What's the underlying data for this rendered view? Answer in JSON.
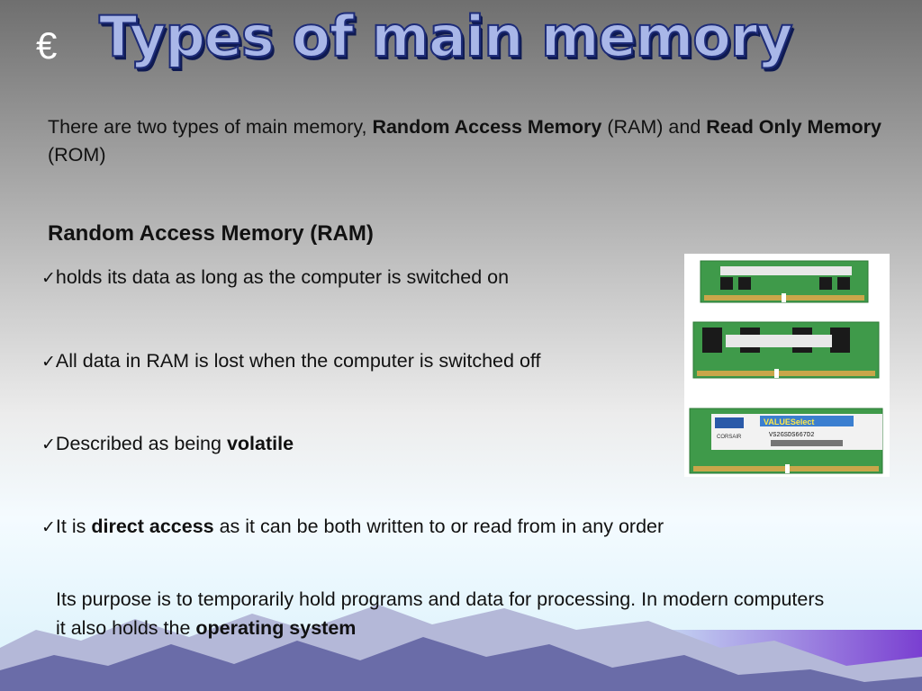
{
  "slide": {
    "bullet_symbol": "€",
    "title": "Types of main memory",
    "intro": {
      "prefix": "There are two types of main memory, ",
      "ram_term": "Random Access Memory",
      "middle": " (RAM) and ",
      "rom_term": "Read Only Memory",
      "suffix": " (ROM)"
    },
    "subheading": "Random Access Memory (RAM)",
    "check_mark": "✓",
    "bullets": [
      {
        "text": "holds its data as long as the computer is switched on"
      },
      {
        "text": "All data in RAM is lost when the computer is switched off"
      },
      {
        "before": "Described as being ",
        "bold": "volatile",
        "after": ""
      },
      {
        "before": "It is ",
        "bold": "direct access",
        "after": " as it can be both written to or read from in any order"
      }
    ],
    "purpose": {
      "before": "Its purpose is to temporarily hold programs and data for processing.  In modern computers it also holds the ",
      "bold": "operating system"
    },
    "ram_image": {
      "module3_brand": "CORSAIR",
      "module3_label": "VALUESelect",
      "module3_model": "VS2GSDS667D2"
    },
    "colors": {
      "title_fill": "#a9b7e8",
      "title_outline": "#1e2c78",
      "pcb_green": "#3f9a4a",
      "chip_black": "#1a1a1a",
      "mountain_purple": "#6a6ca8",
      "mountain_light": "#b4b8d8"
    }
  }
}
